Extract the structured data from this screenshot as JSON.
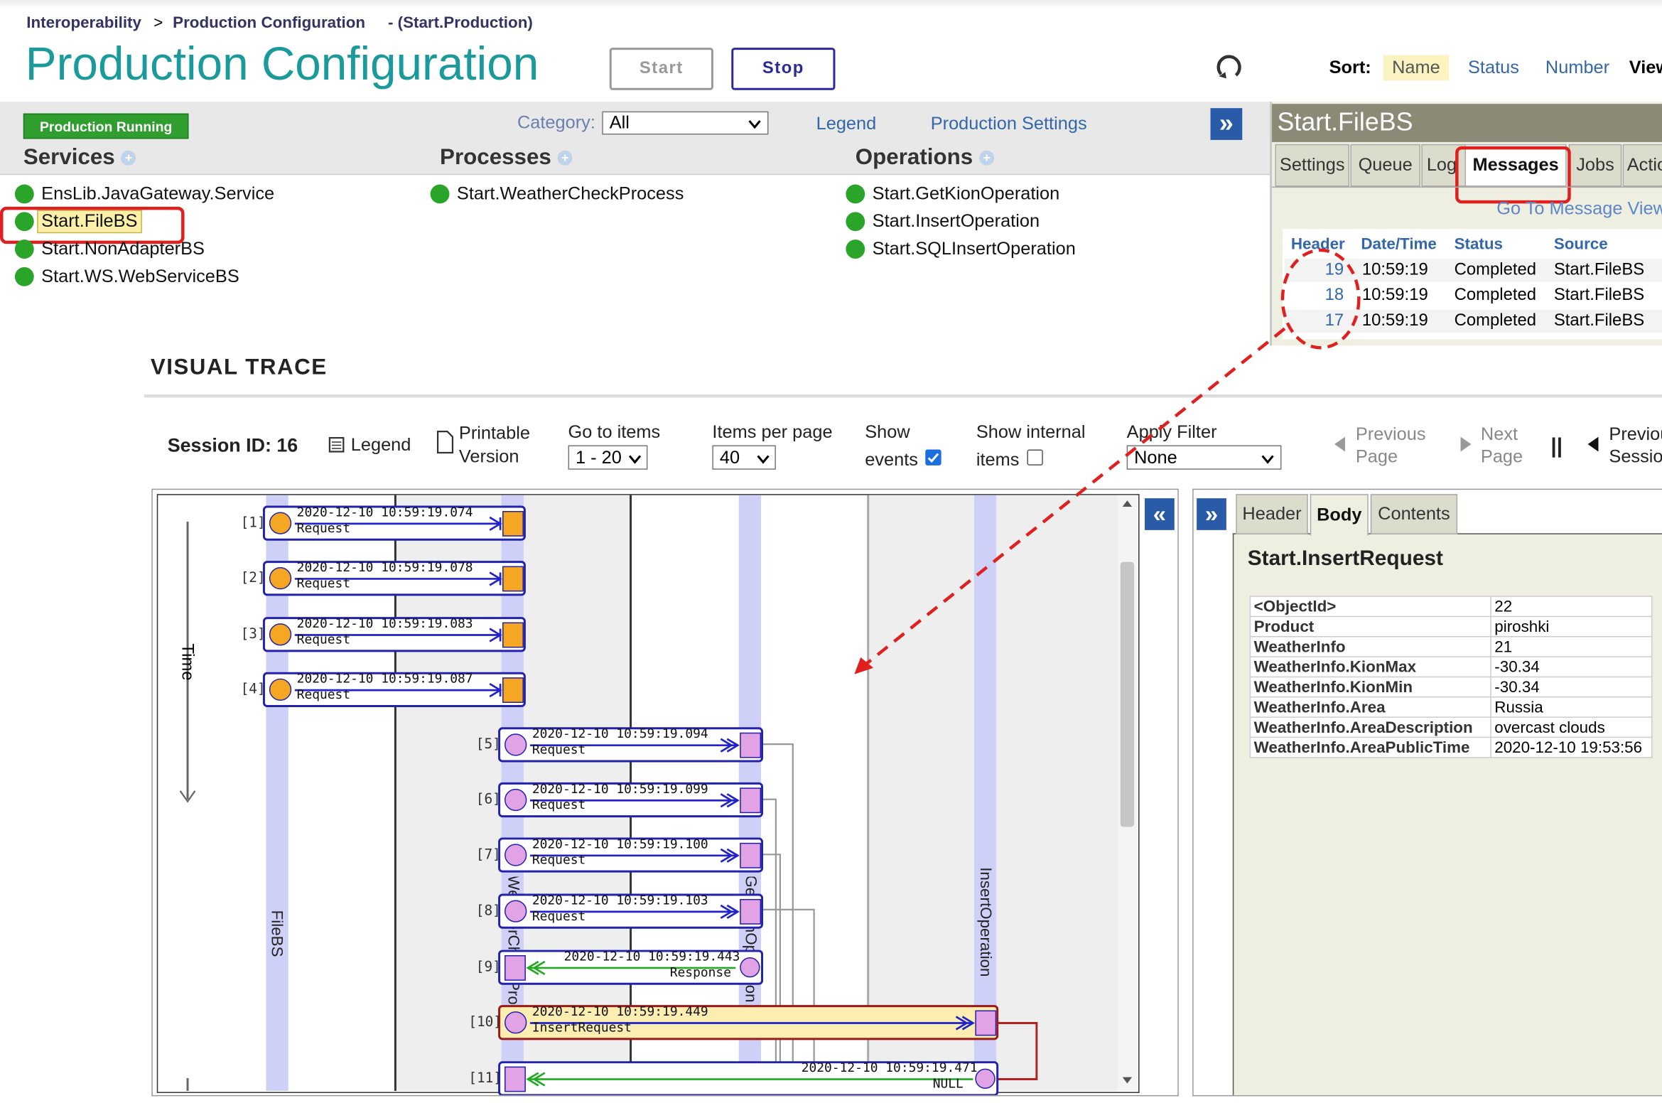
{
  "breadcrumb": {
    "root": "Interoperability",
    "sep": ">",
    "page": "Production Configuration",
    "context": "- (Start.Production)"
  },
  "page_title": "Production Configuration",
  "buttons": {
    "start": "Start",
    "stop": "Stop",
    "expand": "»",
    "collapse": "«"
  },
  "sort": {
    "label": "Sort:",
    "options": [
      "Name",
      "Status",
      "Number"
    ],
    "selected": "Name",
    "view_label": "View"
  },
  "status_badge": "Production Running",
  "category": {
    "label": "Category:",
    "value": "All"
  },
  "links": {
    "legend": "Legend",
    "production_settings": "Production Settings"
  },
  "columns": {
    "services": {
      "title": "Services",
      "items": [
        "EnsLib.JavaGateway.Service",
        "Start.FileBS",
        "Start.NonAdapterBS",
        "Start.WS.WebServiceBS"
      ]
    },
    "processes": {
      "title": "Processes",
      "items": [
        "Start.WeatherCheckProcess"
      ]
    },
    "operations": {
      "title": "Operations",
      "items": [
        "Start.GetKionOperation",
        "Start.InsertOperation",
        "Start.SQLInsertOperation"
      ]
    }
  },
  "side_panel": {
    "title": "Start.FileBS",
    "tabs": [
      "Settings",
      "Queue",
      "Log",
      "Messages",
      "Jobs",
      "Actions"
    ],
    "active_tab": "Messages",
    "goto_link": "Go To Message Viewer",
    "table": {
      "headers": [
        "Header",
        "Date/Time",
        "Status",
        "Source"
      ],
      "rows": [
        [
          "19",
          "10:59:19",
          "Completed",
          "Start.FileBS"
        ],
        [
          "18",
          "10:59:19",
          "Completed",
          "Start.FileBS"
        ],
        [
          "17",
          "10:59:19",
          "Completed",
          "Start.FileBS"
        ]
      ]
    }
  },
  "visual_trace": {
    "title": "VISUAL TRACE",
    "session": "Session ID: 16",
    "legend": "Legend",
    "printable_1": "Printable",
    "printable_2": "Version",
    "goto_label": "Go to items",
    "goto_value": "1 - 20",
    "per_page_label": "Items per page",
    "per_page_value": "40",
    "show_events_1": "Show",
    "show_events_2": "events",
    "show_events_checked": true,
    "show_internal_1": "Show internal",
    "show_internal_2": "items",
    "show_internal_checked": false,
    "filter_label": "Apply Filter",
    "filter_value": "None",
    "prev_page_1": "Previous",
    "prev_page_2": "Page",
    "next_page_1": "Next",
    "next_page_2": "Page",
    "pause": "||",
    "prev_session_1": "Previous",
    "prev_session_2": "Session",
    "time_label": "Time",
    "lanes": {
      "filebs": "FileBS",
      "process": "WeatherCheckProcess",
      "getkion": "GetKionOperation",
      "insert": "InsertOperation"
    },
    "messages": [
      {
        "no": "[1]",
        "time": "2020-12-10 10:59:19.074",
        "label": "Request"
      },
      {
        "no": "[2]",
        "time": "2020-12-10 10:59:19.078",
        "label": "Request"
      },
      {
        "no": "[3]",
        "time": "2020-12-10 10:59:19.083",
        "label": "Request"
      },
      {
        "no": "[4]",
        "time": "2020-12-10 10:59:19.087",
        "label": "Request"
      },
      {
        "no": "[5]",
        "time": "2020-12-10 10:59:19.094",
        "label": "Request"
      },
      {
        "no": "[6]",
        "time": "2020-12-10 10:59:19.099",
        "label": "Request"
      },
      {
        "no": "[7]",
        "time": "2020-12-10 10:59:19.100",
        "label": "Request"
      },
      {
        "no": "[8]",
        "time": "2020-12-10 10:59:19.103",
        "label": "Request"
      },
      {
        "no": "[9]",
        "time": "2020-12-10 10:59:19.443",
        "label": "Response"
      },
      {
        "no": "[10]",
        "time": "2020-12-10 10:59:19.449",
        "label": "InsertRequest"
      },
      {
        "no": "[11]",
        "time": "2020-12-10 10:59:19.471",
        "label": "NULL"
      }
    ]
  },
  "detail_panel": {
    "tabs": [
      "Header",
      "Body",
      "Contents"
    ],
    "active_tab": "Body",
    "title": "Start.InsertRequest",
    "fields": [
      [
        "<ObjectId>",
        "22"
      ],
      [
        "Product",
        "piroshki"
      ],
      [
        "WeatherInfo",
        "21"
      ],
      [
        "WeatherInfo.KionMax",
        "-30.34"
      ],
      [
        "WeatherInfo.KionMin",
        "-30.34"
      ],
      [
        "WeatherInfo.Area",
        "Russia"
      ],
      [
        "WeatherInfo.AreaDescription",
        "overcast clouds"
      ],
      [
        "WeatherInfo.AreaPublicTime",
        "2020-12-10 19:53:56"
      ]
    ]
  },
  "colors": {
    "title": "#1a9a9a",
    "link": "#3366aa",
    "running": "#2f9e2f",
    "highlight": "#e0201e",
    "lane": "#cfd0f7"
  }
}
